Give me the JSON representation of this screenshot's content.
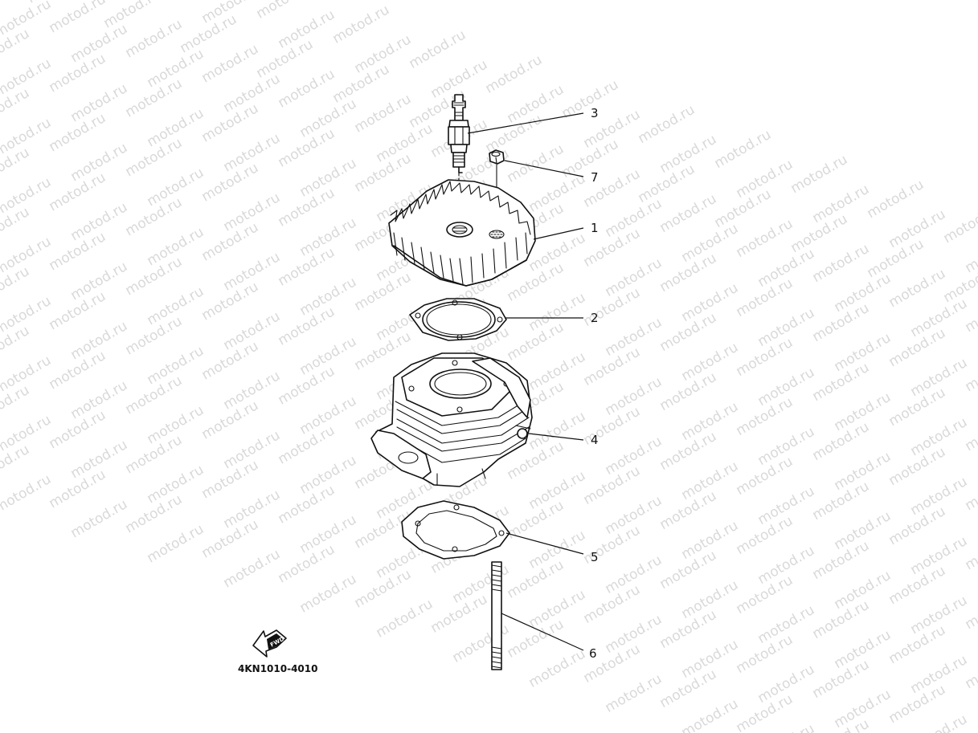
{
  "watermark": "motod.ru",
  "callouts": [
    "1",
    "2",
    "3",
    "4",
    "5",
    "6",
    "7"
  ],
  "forward_label": "FWD",
  "part_code": "4KN1010-4010"
}
